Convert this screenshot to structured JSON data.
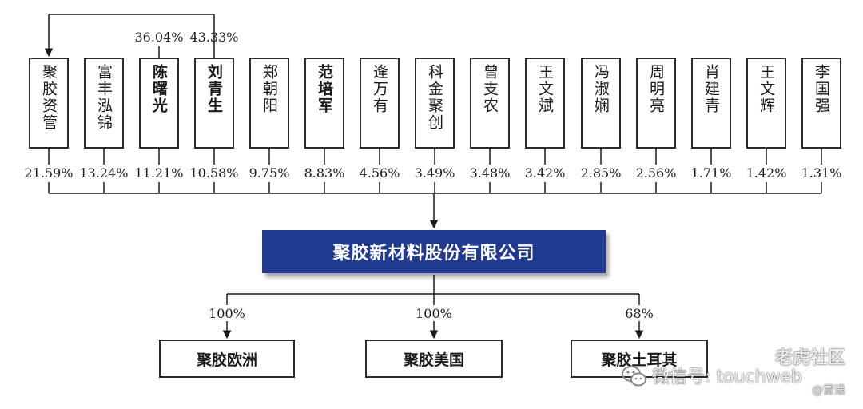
{
  "shareholders": [
    {
      "name": "聚胶资管",
      "pct": "21.59%",
      "bold": false
    },
    {
      "name": "富丰泓锦",
      "pct": "13.24%",
      "bold": false
    },
    {
      "name": "陈曙光",
      "pct": "11.21%",
      "bold": true
    },
    {
      "name": "刘青生",
      "pct": "10.58%",
      "bold": true
    },
    {
      "name": "郑朝阳",
      "pct": "9.75%",
      "bold": false
    },
    {
      "name": "范培军",
      "pct": "8.83%",
      "bold": true
    },
    {
      "name": "逄万有",
      "pct": "4.56%",
      "bold": false
    },
    {
      "name": "科金聚创",
      "pct": "3.49%",
      "bold": false
    },
    {
      "name": "曾支农",
      "pct": "3.48%",
      "bold": false
    },
    {
      "name": "王文斌",
      "pct": "3.42%",
      "bold": false
    },
    {
      "name": "冯淑娴",
      "pct": "2.85%",
      "bold": false
    },
    {
      "name": "周明亮",
      "pct": "2.56%",
      "bold": false
    },
    {
      "name": "肖建青",
      "pct": "1.71%",
      "bold": false
    },
    {
      "name": "王文辉",
      "pct": "1.42%",
      "bold": false
    },
    {
      "name": "李国强",
      "pct": "1.31%",
      "bold": false
    }
  ],
  "management_stakes": [
    {
      "owner": "陈曙光",
      "pct": "36.04%"
    },
    {
      "owner": "刘青生",
      "pct": "43.33%"
    }
  ],
  "company": {
    "name": "聚胶新材料股份有限公司",
    "color": "#1f3a8f"
  },
  "subsidiaries": [
    {
      "name": "聚胶欧洲",
      "pct": "100%"
    },
    {
      "name": "聚胶美国",
      "pct": "100%"
    },
    {
      "name": "聚胶土耳其",
      "pct": "68%"
    }
  ],
  "watermark": {
    "forum": "老虎社区",
    "wechat": "微信号: touchweb",
    "credit": "@雷递"
  }
}
